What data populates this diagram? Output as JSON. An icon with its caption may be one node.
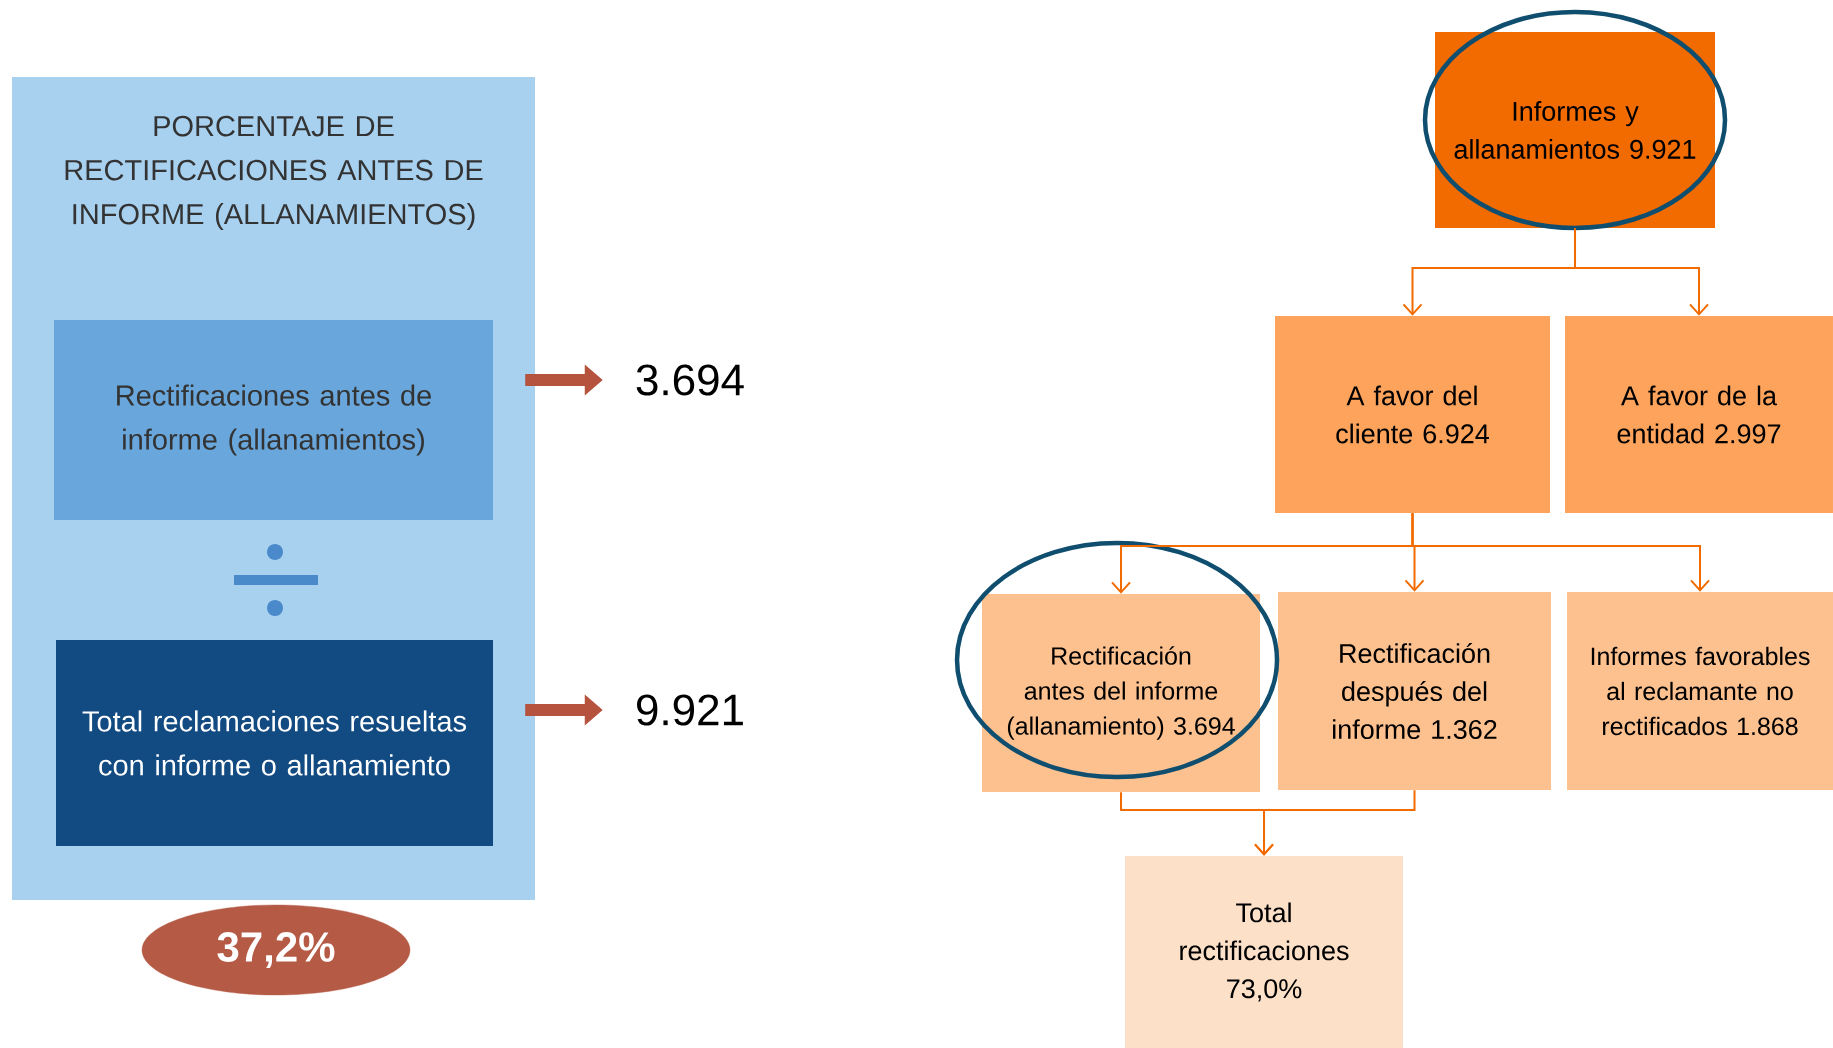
{
  "diagram": {
    "nodes": [
      {
        "text": [
          "PORCENTAJE DE RECTIFICACIONES ANTES DE INFORME (ALLANAMIENTOS)"
        ]
      },
      {
        "text": [
          "Rectificaciones antes de informe (allanamientos)"
        ],
        "in": 0
      },
      {
        "text": [
          "Total reclamaciones resueltas con informe o allanamiento"
        ],
        "in": 0
      },
      {
        "text": [
          "3.694"
        ]
      },
      {
        "text": [
          "9.921"
        ]
      },
      {
        "text": [
          "37,2%"
        ]
      },
      {
        "text": [
          "Informes y allanamientos 9.921"
        ]
      },
      {
        "text": [
          "A favor del cliente 6.924"
        ]
      },
      {
        "text": [
          "A favor de la entidad 2.997"
        ]
      },
      {
        "text": [
          "Rectificación antes del informe (allanamiento) 3.694"
        ]
      },
      {
        "text": [
          "Rectificación después del informe 1.362"
        ]
      },
      {
        "text": [
          "Informes favorables al reclamante no rectificados 1.868"
        ]
      },
      {
        "text": [
          "Total rectificaciones 73,0%"
        ]
      }
    ],
    "edges": [
      {
        "from": 1,
        "to": 3,
        "arrow": "to",
        "style": "thick",
        "color": "#b5533f"
      },
      {
        "from": 2,
        "to": 4,
        "arrow": "to",
        "style": "thick",
        "color": "#b5533f"
      },
      {
        "from": 6,
        "to": 7,
        "arrow": "to"
      },
      {
        "from": 6,
        "to": 8,
        "arrow": "to"
      },
      {
        "from": 7,
        "to": 9,
        "arrow": "to"
      },
      {
        "from": 7,
        "to": 10,
        "arrow": "to"
      },
      {
        "from": 7,
        "to": 11,
        "arrow": "to"
      },
      {
        "from": 9,
        "to": 12,
        "arrow": "to"
      },
      {
        "from": 10,
        "to": 12,
        "arrow": "to"
      }
    ]
  }
}
